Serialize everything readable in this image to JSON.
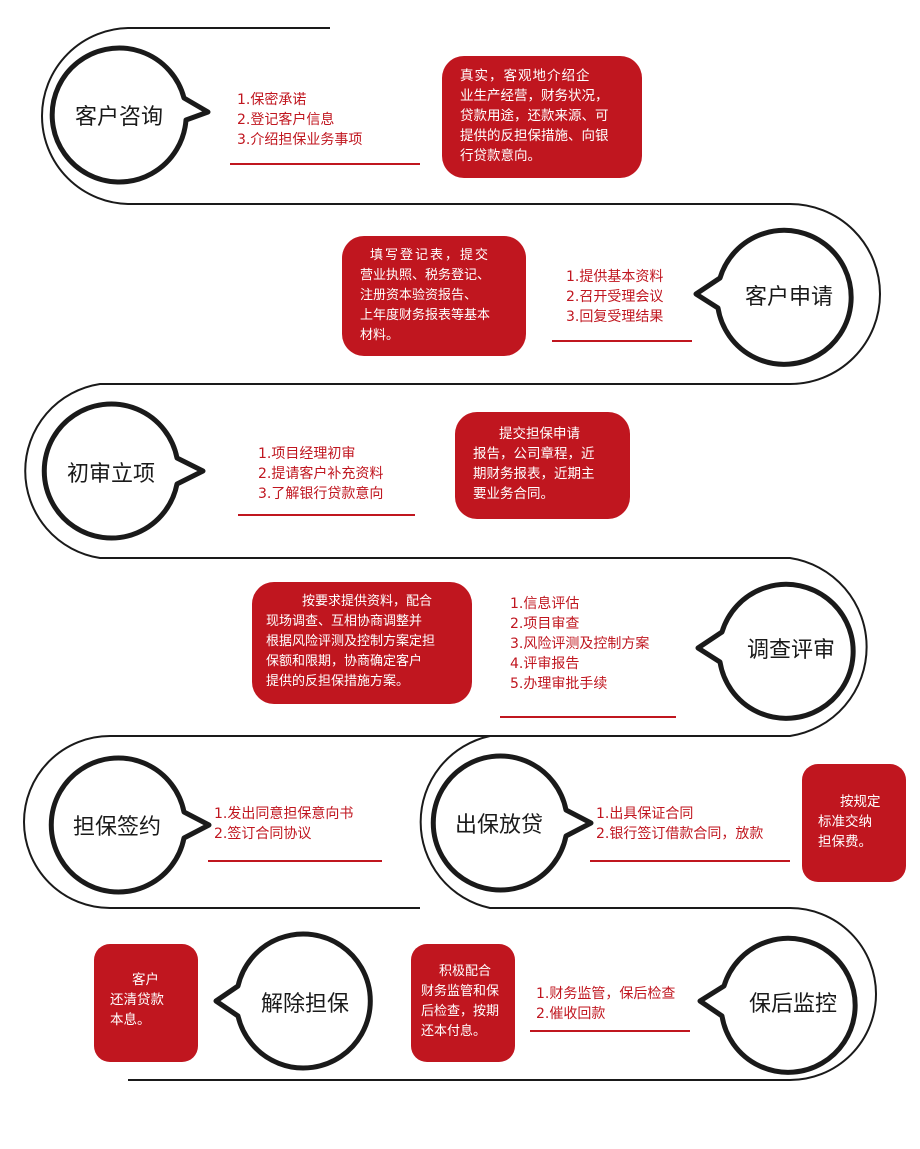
{
  "stages": [
    {
      "title": "客户咨询",
      "steps": [
        "1.保密承诺",
        "2.登记客户信息",
        "3.介绍担保业务事项"
      ],
      "note": [
        "真实，客观地介绍企",
        "业生产经营，财务状况，",
        "贷款用途，还款来源、可",
        "提供的反担保措施、向银",
        "行贷款意向。"
      ]
    },
    {
      "title": "客户申请",
      "steps": [
        "1.提供基本资料",
        "2.召开受理会议",
        "3.回复受理结果"
      ],
      "note": [
        "填写登记表，提交",
        "营业执照、税务登记、",
        "注册资本验资报告、",
        "上年度财务报表等基本",
        "材料。"
      ]
    },
    {
      "title": "初审立项",
      "steps": [
        "1.项目经理初审",
        "2.提请客户补充资料",
        "3.了解银行贷款意向"
      ],
      "note": [
        "提交担保申请",
        "报告，公司章程，近",
        "期财务报表，近期主",
        "要业务合同。"
      ]
    },
    {
      "title": "调查评审",
      "steps": [
        "1.信息评估",
        "2.项目审查",
        "3.风险评测及控制方案",
        "4.评审报告",
        "5.办理审批手续"
      ],
      "note": [
        "按要求提供资料，配合",
        "现场调查、互相协商调整并",
        "根据风险评测及控制方案定担",
        "保额和限期，协商确定客户",
        "提供的反担保措施方案。"
      ]
    },
    {
      "title": "担保签约",
      "steps": [
        "1.发出同意担保意向书",
        "2.签订合同协议"
      ]
    },
    {
      "title": "出保放贷",
      "steps": [
        "1.出具保证合同",
        "2.银行签订借款合同，放款"
      ],
      "note": [
        "按规定",
        "标准交纳",
        "担保费。"
      ]
    },
    {
      "title": "保后监控",
      "steps": [
        "1.财务监管，保后检查",
        "2.催收回款"
      ],
      "note": [
        "积极配合",
        "财务监管和保",
        "后检查，按期",
        "还本付息。"
      ]
    },
    {
      "title": "解除担保",
      "note": [
        "客户",
        "还清贷款",
        "本息。"
      ]
    }
  ],
  "colors": {
    "accent": "#c0161f",
    "outline": "#1a1a1a"
  }
}
